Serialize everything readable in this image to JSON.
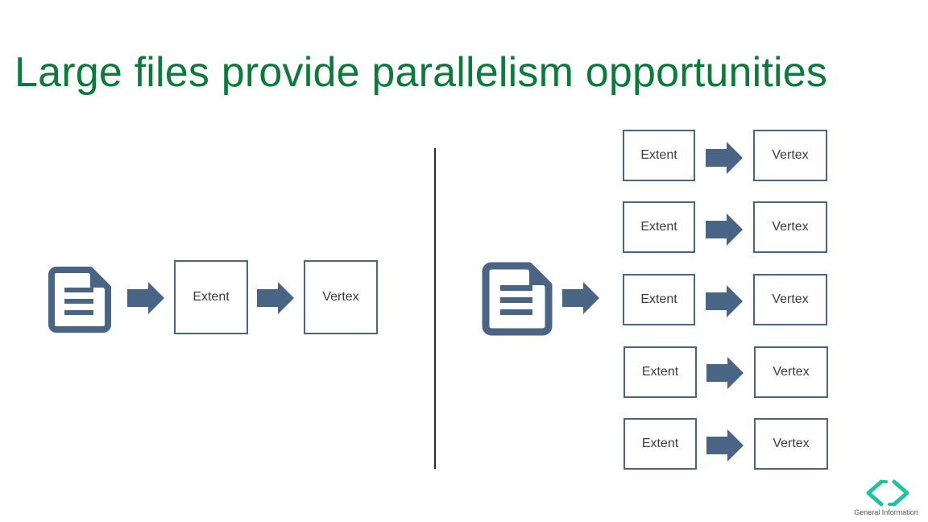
{
  "slide": {
    "title": "Large files provide parallelism opportunities",
    "footer": "General Information"
  },
  "left_flow": {
    "extent_label": "Extent",
    "vertex_label": "Vertex"
  },
  "right_flow": {
    "rows": [
      {
        "extent_label": "Extent",
        "vertex_label": "Vertex"
      },
      {
        "extent_label": "Extent",
        "vertex_label": "Vertex"
      },
      {
        "extent_label": "Extent",
        "vertex_label": "Vertex"
      },
      {
        "extent_label": "Extent",
        "vertex_label": "Vertex"
      },
      {
        "extent_label": "Extent",
        "vertex_label": "Vertex"
      }
    ]
  },
  "icons": {
    "file": "document-icon",
    "arrow": "arrow-right-icon",
    "logo": "angle-brackets-logo-icon"
  },
  "colors": {
    "title": "#0b7a3b",
    "shape": "#4a6486",
    "logo_accent": "#1fc3a0"
  }
}
